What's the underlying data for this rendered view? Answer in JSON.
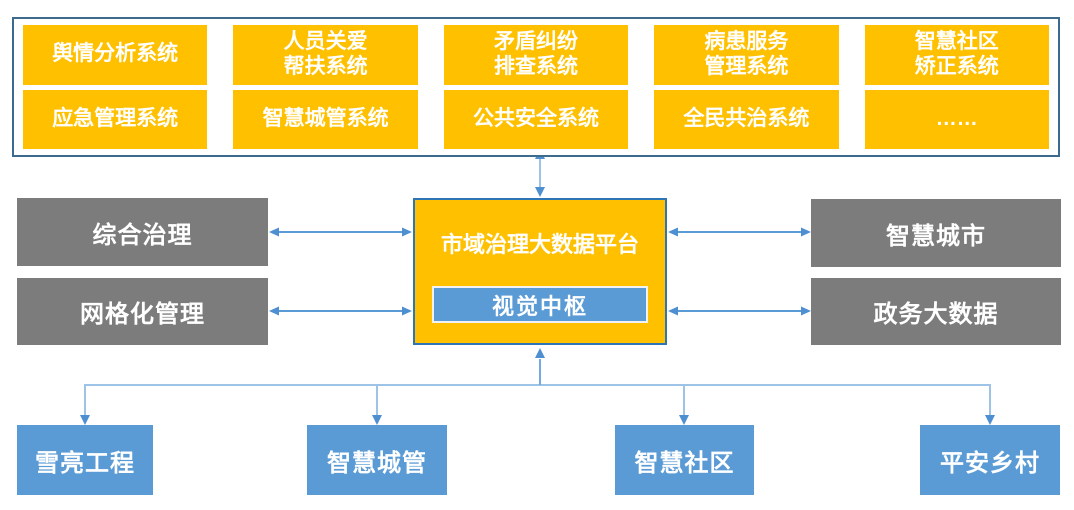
{
  "palette": {
    "node_orange": "#FFC000",
    "node_gray": "#7C7C7C",
    "node_blue": "#5B9BD5",
    "panel_border": "#3D6A8F",
    "center_border": "#2E75B6",
    "core_border": "#F2F2F2",
    "arrow_medium": "#5B9BD5",
    "arrow_light": "#9DC3E6",
    "arrowhead": "#4D8FD1",
    "text": "#FFFFFF"
  },
  "top_panel": {
    "row1": [
      "舆情分析系统",
      "人员关爱\n帮扶系统",
      "矛盾纠纷\n排查系统",
      "病患服务\n管理系统",
      "智慧社区\n矫正系统"
    ],
    "row2": [
      "应急管理系统",
      "智慧城管系统",
      "公共安全系统",
      "全民共治系统",
      "……"
    ]
  },
  "center_platform": {
    "title": "市域治理大数据平台",
    "core_label": "视觉中枢"
  },
  "left_nodes": [
    "综合治理",
    "网格化管理"
  ],
  "right_nodes": [
    "智慧城市",
    "政务大数据"
  ],
  "bottom_nodes": [
    "雪亮工程",
    "智慧城管",
    "智慧社区",
    "平安乡村"
  ]
}
